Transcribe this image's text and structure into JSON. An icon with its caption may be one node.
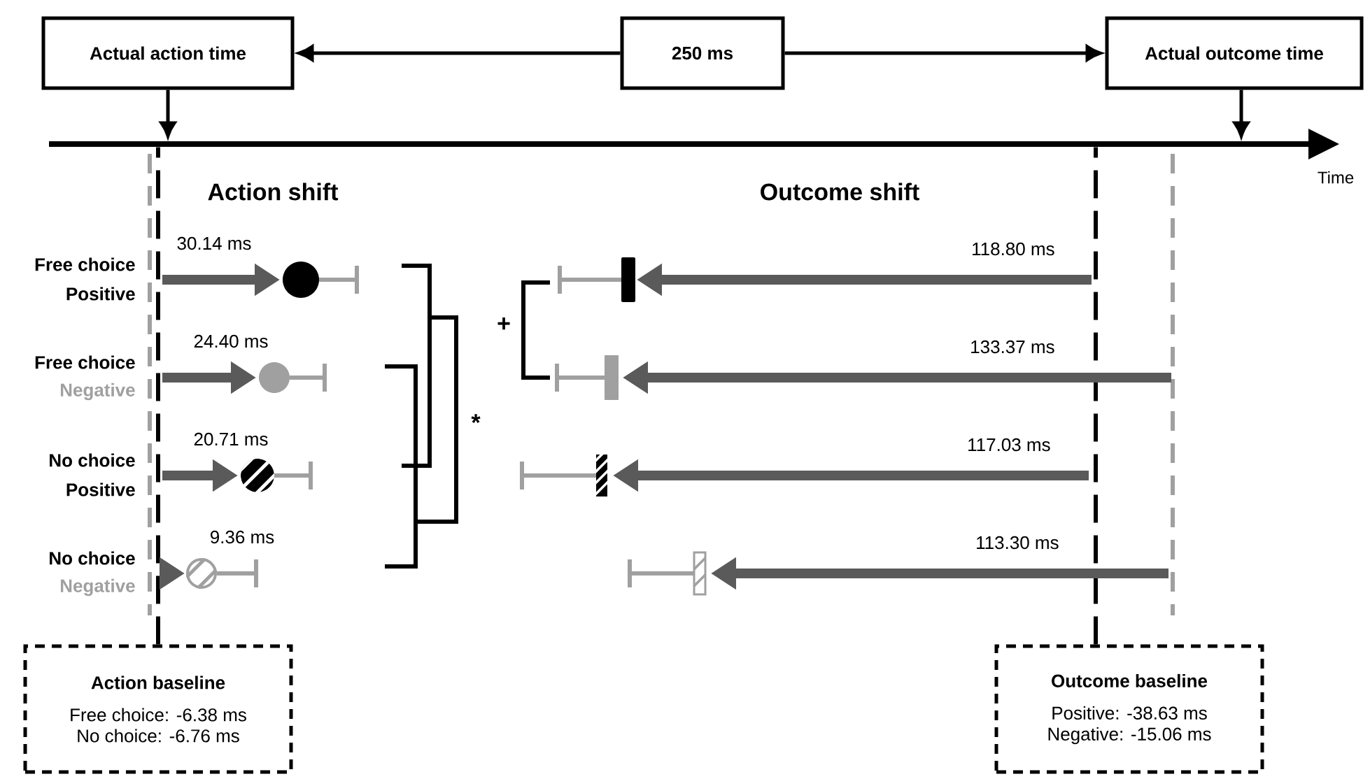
{
  "diagram": {
    "nodes": [
      {
        "text": [
          "Actual action time"
        ]
      },
      {
        "text": [
          "250 ms"
        ]
      },
      {
        "text": [
          "Actual outcome time"
        ]
      },
      {
        "text": [
          "Action baseline",
          "Free choice: -6.38 ms",
          "No choice: -6.76 ms"
        ]
      },
      {
        "text": [
          "Outcome baseline",
          "Positive: -38.63 ms",
          "Negative: -15.06 ms"
        ]
      },
      {
        "text": [
          "Time"
        ]
      }
    ],
    "edges": [
      {
        "from": 1,
        "to": 0,
        "arrow": "to"
      },
      {
        "from": 1,
        "to": 2,
        "arrow": "to"
      },
      {
        "from": 0,
        "to": 5,
        "arrow": "to"
      },
      {
        "from": 2,
        "to": 5,
        "arrow": "to"
      },
      {
        "from": 3,
        "to": 5,
        "arrow": "none",
        "style": "dashed"
      },
      {
        "from": 4,
        "to": 5,
        "arrow": "none",
        "style": "dashed"
      }
    ],
    "labels": [
      "Action shift",
      "Outcome shift",
      "Free choice",
      "Positive",
      "30.14 ms",
      "118.80 ms",
      "+",
      "Free choice",
      "Negative",
      "24.40 ms",
      "133.37 ms",
      "*",
      "No choice",
      "Positive",
      "20.71 ms",
      "117.03 ms",
      "No choice",
      "Negative",
      "9.36 ms",
      "113.30 ms"
    ]
  }
}
